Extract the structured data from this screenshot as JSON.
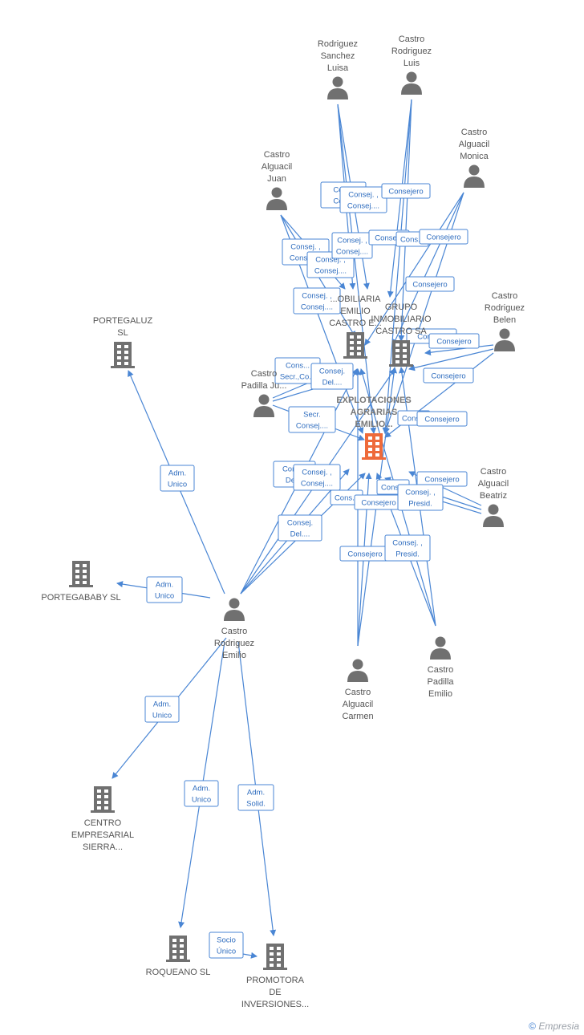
{
  "nodes": [
    {
      "id": "main",
      "type": "company",
      "main": true,
      "label": [
        "EXPLOTACIONES",
        "AGRARIAS",
        "EMILIO..."
      ]
    },
    {
      "id": "grupo1",
      "type": "company",
      "label": [
        "...OBILIARIA",
        "EMILIO",
        "CASTRO E..."
      ]
    },
    {
      "id": "grupo2",
      "type": "company",
      "label": [
        "GRUPO",
        "INMOBILIARIO",
        "CASTRO SA"
      ]
    },
    {
      "id": "portegaluz",
      "type": "company",
      "label": [
        "PORTEGALUZ",
        "SL"
      ]
    },
    {
      "id": "portegababy",
      "type": "company",
      "label": [
        "PORTEGABABY SL"
      ]
    },
    {
      "id": "centro",
      "type": "company",
      "label": [
        "CENTRO",
        "EMPRESARIAL",
        "SIERRA..."
      ]
    },
    {
      "id": "roqueano",
      "type": "company",
      "label": [
        "ROQUEANO SL"
      ]
    },
    {
      "id": "promotora",
      "type": "company",
      "label": [
        "PROMOTORA",
        "DE",
        "INVERSIONES..."
      ]
    },
    {
      "id": "luisa",
      "type": "person",
      "label": [
        "Rodriguez",
        "Sanchez",
        "Luisa"
      ]
    },
    {
      "id": "luis",
      "type": "person",
      "label": [
        "Castro",
        "Rodriguez",
        "Luis"
      ]
    },
    {
      "id": "monica",
      "type": "person",
      "label": [
        "Castro",
        "Alguacil",
        "Monica"
      ]
    },
    {
      "id": "juan",
      "type": "person",
      "label": [
        "Castro",
        "Alguacil",
        "Juan"
      ]
    },
    {
      "id": "belen",
      "type": "person",
      "label": [
        "Castro",
        "Rodriguez",
        "Belen"
      ]
    },
    {
      "id": "padillaju",
      "type": "person",
      "label": [
        "Castro",
        "Padilla Ju..."
      ]
    },
    {
      "id": "beatriz",
      "type": "person",
      "label": [
        "Castro",
        "Alguacil",
        "Beatriz"
      ]
    },
    {
      "id": "emilioR",
      "type": "person",
      "label": [
        "Castro",
        "Rodriguez",
        "Emilio"
      ]
    },
    {
      "id": "carmen",
      "type": "person",
      "label": [
        "Castro",
        "Alguacil",
        "Carmen"
      ]
    },
    {
      "id": "emilioP",
      "type": "person",
      "label": [
        "Castro",
        "Padilla",
        "Emilio"
      ]
    }
  ],
  "relations": [
    {
      "id": "r1",
      "label": [
        "Con...",
        "Con..."
      ]
    },
    {
      "id": "r2",
      "label": [
        "Consej. ,",
        "Consej...."
      ]
    },
    {
      "id": "r3",
      "label": [
        "Consejero"
      ]
    },
    {
      "id": "r4",
      "label": [
        "Consej. ,",
        "Consej...."
      ]
    },
    {
      "id": "r5",
      "label": [
        "Consej. ,",
        "Consej...."
      ]
    },
    {
      "id": "r6",
      "label": [
        "Consej. ,",
        "Consej...."
      ]
    },
    {
      "id": "r7",
      "label": [
        "Conse..."
      ]
    },
    {
      "id": "r8",
      "label": [
        "Cons..."
      ]
    },
    {
      "id": "r9",
      "label": [
        "Consejero"
      ]
    },
    {
      "id": "r10",
      "label": [
        "Consejero"
      ]
    },
    {
      "id": "r11",
      "label": [
        "Consej. ,",
        "Consej...."
      ]
    },
    {
      "id": "r12",
      "label": [
        "Conse..."
      ]
    },
    {
      "id": "r13",
      "label": [
        "Consejero"
      ]
    },
    {
      "id": "r14",
      "label": [
        "Consejero"
      ]
    },
    {
      "id": "r15",
      "label": [
        "Cons...",
        "Secr.,Co..."
      ]
    },
    {
      "id": "r16",
      "label": [
        "Consej.",
        "Del...."
      ]
    },
    {
      "id": "r17",
      "label": [
        "Secr.",
        "Consej...."
      ]
    },
    {
      "id": "r18",
      "label": [
        "Cons..."
      ]
    },
    {
      "id": "r19",
      "label": [
        "Consejero"
      ]
    },
    {
      "id": "r20",
      "label": [
        "Cons...",
        "Del..."
      ]
    },
    {
      "id": "r21",
      "label": [
        "Consej. ,",
        "Consej...."
      ]
    },
    {
      "id": "r22",
      "label": [
        "Consejero"
      ]
    },
    {
      "id": "r23",
      "label": [
        "Cons..."
      ]
    },
    {
      "id": "r24",
      "label": [
        "Consejero"
      ]
    },
    {
      "id": "r25",
      "label": [
        "Cons..."
      ]
    },
    {
      "id": "r26",
      "label": [
        "Consej. ,",
        "Presid."
      ]
    },
    {
      "id": "r27",
      "label": [
        "Consej.",
        "Del...."
      ]
    },
    {
      "id": "r28",
      "label": [
        "Consejero"
      ]
    },
    {
      "id": "r29",
      "label": [
        "Consej. ,",
        "Presid."
      ]
    },
    {
      "id": "r30",
      "label": [
        "Adm.",
        "Unico"
      ]
    },
    {
      "id": "r31",
      "label": [
        "Adm.",
        "Unico"
      ]
    },
    {
      "id": "r32",
      "label": [
        "Adm.",
        "Unico"
      ]
    },
    {
      "id": "r33",
      "label": [
        "Adm.",
        "Unico"
      ]
    },
    {
      "id": "r34",
      "label": [
        "Adm.",
        "Solid."
      ]
    },
    {
      "id": "r35",
      "label": [
        "Socio",
        "Único"
      ]
    }
  ],
  "footer": {
    "copyright": "©",
    "brand": "Empresia"
  }
}
